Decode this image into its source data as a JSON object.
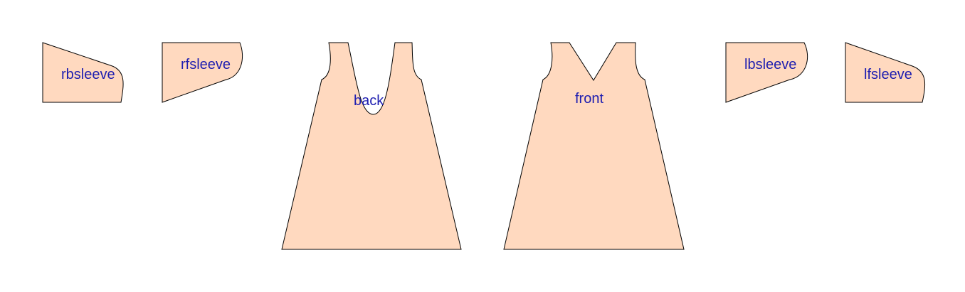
{
  "colors": {
    "piece_fill": "#ffd9bf",
    "outline": "#000000",
    "label": "#1d1db0",
    "background": "#ffffff"
  },
  "pieces": {
    "rbsleeve": {
      "label": "rbsleeve"
    },
    "rfsleeve": {
      "label": "rfsleeve"
    },
    "back": {
      "label": "back"
    },
    "front": {
      "label": "front"
    },
    "lbsleeve": {
      "label": "lbsleeve"
    },
    "lfsleeve": {
      "label": "lfsleeve"
    }
  }
}
